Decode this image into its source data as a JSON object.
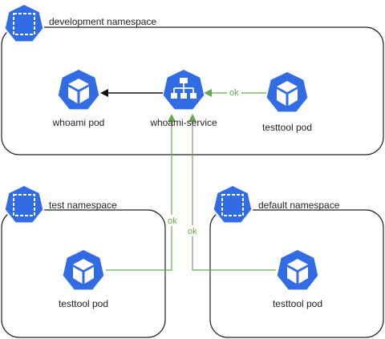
{
  "namespaces": {
    "development": {
      "label": "development namespace"
    },
    "test": {
      "label": "test namespace"
    },
    "default": {
      "label": "default namespace"
    }
  },
  "nodes": {
    "whoami_pod": {
      "label": "whoami pod"
    },
    "whoami_service": {
      "label": "whoami-service"
    },
    "dev_testtool_pod": {
      "label": "testtool pod"
    },
    "test_testtool_pod": {
      "label": "testtool pod"
    },
    "default_testtool_pod": {
      "label": "testtool pod"
    }
  },
  "edges": {
    "dev_testtool_to_service": {
      "label": "ok"
    },
    "test_testtool_to_service": {
      "label": "ok"
    },
    "default_testtool_to_service": {
      "label": "ok"
    }
  },
  "colors": {
    "k8s_blue": "#326ce5",
    "ok_green": "#6aa84f",
    "arrow_black": "#111111",
    "border": "#222222"
  },
  "icons": {
    "namespace": "namespace-icon",
    "pod": "pod-cube-icon",
    "service": "service-network-icon"
  }
}
